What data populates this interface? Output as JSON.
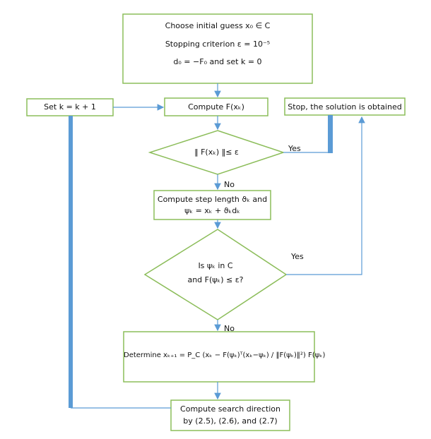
{
  "colors": {
    "box_border": "#8cbd5a",
    "connector": "#5b9bd5"
  },
  "nodes": {
    "init": {
      "line1": "Choose initial guess x₀ ∈ C",
      "line2": "Stopping criterion ε = 10⁻⁵",
      "line3": "d₀ = −F₀ and set k = 0"
    },
    "compute_f": "Compute F(xₖ)",
    "set_k": "Set k = k + 1",
    "stop": "Stop, the solution is obtained",
    "check_norm": "‖ F(xₖ) ‖≤ ε",
    "step_length": {
      "line1": "Compute step length ϑₖ and",
      "line2": "ψₖ = xₖ + ϑₖdₖ"
    },
    "check_psi": {
      "line1": "Is ψₖ in C",
      "line2": "and F(ψₖ) ≤ ε?"
    },
    "determine": "Determine xₖ₊₁ = P_C (xₖ − F(ψₖ)ᵀ(xₖ−ψₖ) / ‖F(ψₖ)‖²) F(ψₖ)",
    "search_dir": {
      "line1": "Compute search direction",
      "line2": "by (2.5), (2.6), and (2.7)"
    }
  },
  "edge_labels": {
    "yes1": "Yes",
    "no1": "No",
    "yes2": "Yes",
    "no2": "No"
  }
}
